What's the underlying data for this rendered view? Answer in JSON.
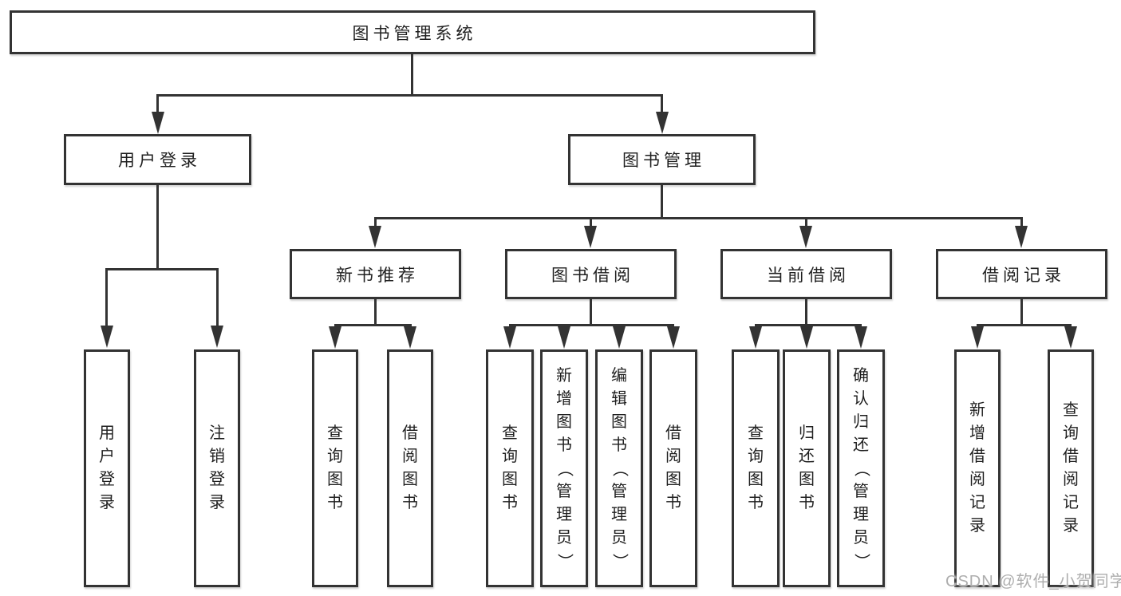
{
  "diagram": {
    "root_label": "图书管理系统",
    "level2": [
      {
        "label": "用户登录"
      },
      {
        "label": "图书管理"
      }
    ],
    "level3": [
      {
        "label": "新书推荐"
      },
      {
        "label": "图书借阅"
      },
      {
        "label": "当前借阅"
      },
      {
        "label": "借阅记录"
      }
    ],
    "leaves": {
      "user_login": [
        "用户登录",
        "注销登录"
      ],
      "new_book": [
        "查询图书",
        "借阅图书"
      ],
      "book_borrow": [
        "查询图书",
        "新增图书（管理员）",
        "编辑图书（管理员）",
        "借阅图书"
      ],
      "current_borrow": [
        "查询图书",
        "归还图书",
        "确认归还（管理员）"
      ],
      "borrow_record": [
        "新增借阅记录",
        "查询借阅记录"
      ]
    },
    "watermark": "CSDN @软件_小贺同学",
    "colors": {
      "line": "#333333",
      "text": "#1f1f1f",
      "background": "#ffffff",
      "watermark": "#aeaeae"
    }
  }
}
